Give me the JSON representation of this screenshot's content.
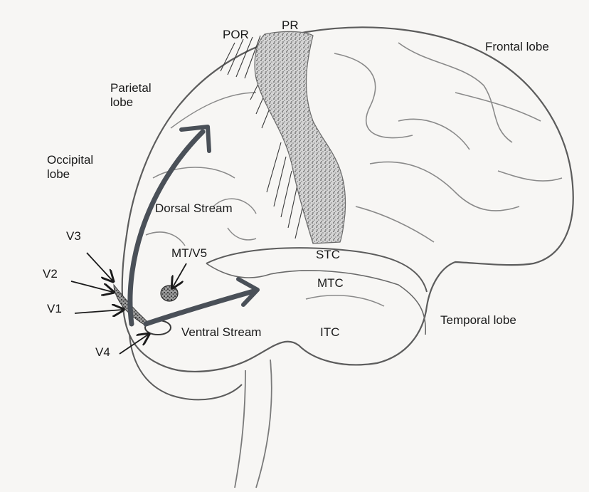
{
  "labels": {
    "por": "POR",
    "pr": "PR",
    "frontal_lobe": "Frontal lobe",
    "parietal_lobe": [
      "Parietal",
      "lobe"
    ],
    "occipital_lobe": [
      "Occipital",
      "lobe"
    ],
    "dorsal_stream": "Dorsal Stream",
    "ventral_stream": "Ventral Stream",
    "v3": "V3",
    "v2": "V2",
    "v1": "V1",
    "v4": "V4",
    "mt_v5": "MT/V5",
    "stc": "STC",
    "mtc": "MTC",
    "itc": "ITC",
    "temporal_lobe": "Temporal lobe"
  },
  "colors": {
    "background": "#f7f6f4",
    "outline": "#5c5c5c",
    "sulcus": "#8a8a8a",
    "stream_arrow": "#4a5058",
    "label_text": "#1a1a1a"
  }
}
